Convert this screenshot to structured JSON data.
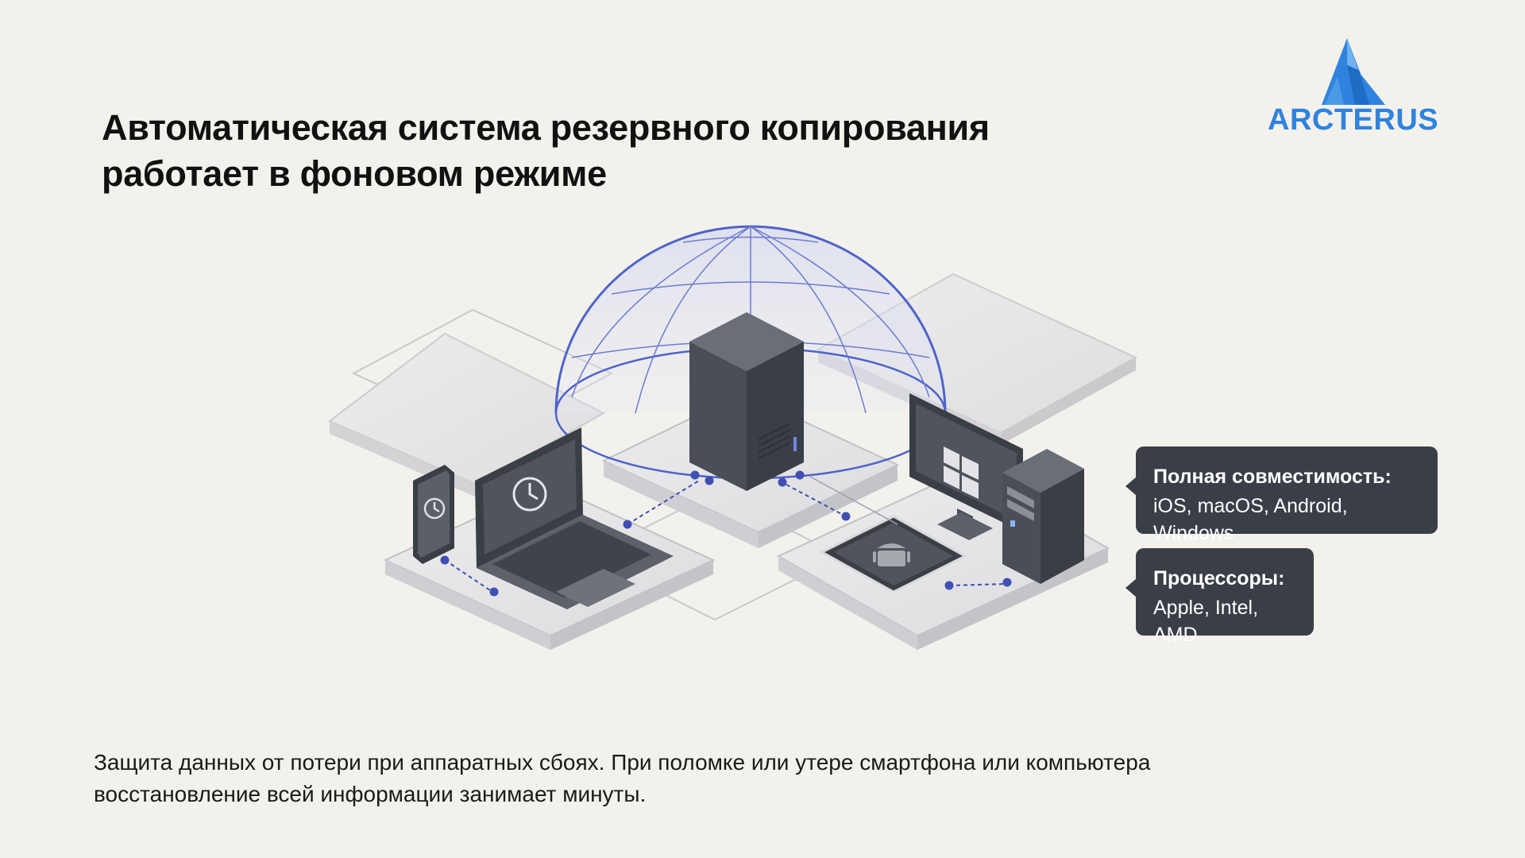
{
  "title": {
    "line1": "Автоматическая система резервного копирования",
    "line2": "работает в фоновом режиме"
  },
  "logo": {
    "text": "ARCTERUS",
    "icon": "arcterus-triangle-logo",
    "color": "#2f83de"
  },
  "illustration": {
    "icons": [
      "shield-dome-icon",
      "server-tower-icon",
      "laptop-icon",
      "smartphone-icon",
      "tablet-icon",
      "android-icon",
      "desktop-monitor-icon",
      "windows-icon",
      "pc-tower-icon",
      "clock-restore-icon"
    ],
    "colors": {
      "dome": "#4f63c9",
      "device": "#4a4e56",
      "platform": "#e2e2e4",
      "connector": "#3f4fb3"
    }
  },
  "callouts": [
    {
      "title": "Полная совместимость:",
      "text": "iOS, macOS, Android, Windows"
    },
    {
      "title": "Процессоры:",
      "text": "Apple, Intel, AMD"
    }
  ],
  "description": {
    "line1": "Защита данных от потери при аппаратных сбоях. При поломке или утере смартфона или компьютера",
    "line2": "восстановление всей информации занимает минуты."
  }
}
